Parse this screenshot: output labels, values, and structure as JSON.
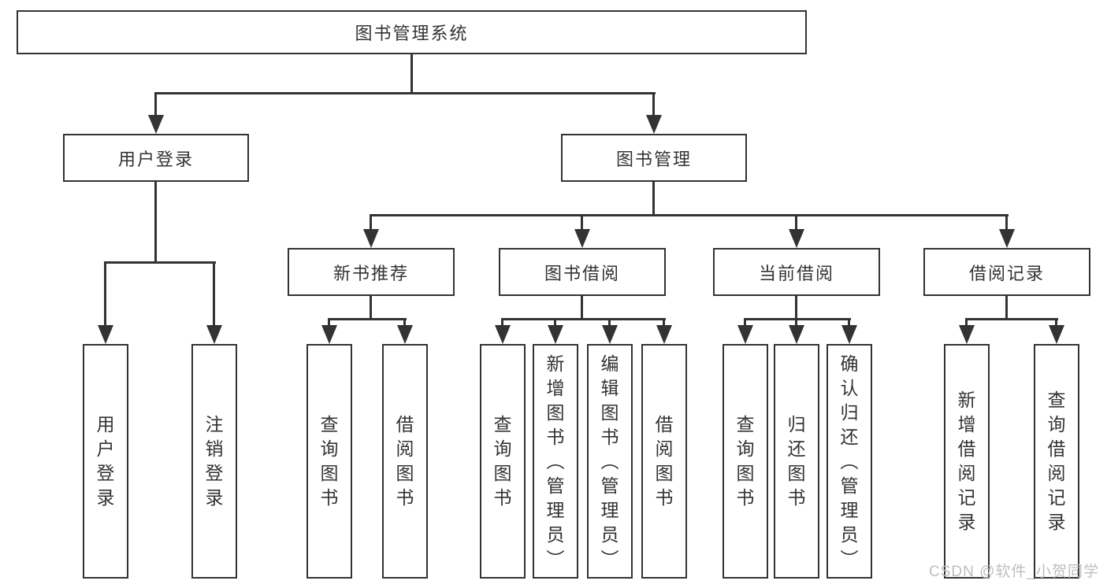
{
  "diagram": {
    "root": {
      "label": "图书管理系统"
    },
    "level1": [
      {
        "label": "用户登录"
      },
      {
        "label": "图书管理"
      }
    ],
    "level2": [
      {
        "label": "新书推荐"
      },
      {
        "label": "图书借阅"
      },
      {
        "label": "当前借阅"
      },
      {
        "label": "借阅记录"
      }
    ],
    "leaves": [
      {
        "label": "用户登录"
      },
      {
        "label": "注销登录"
      },
      {
        "label": "查询图书"
      },
      {
        "label": "借阅图书"
      },
      {
        "label": "查询图书"
      },
      {
        "label": "新增图书（管理员）"
      },
      {
        "label": "编辑图书（管理员）"
      },
      {
        "label": "借阅图书"
      },
      {
        "label": "查询图书"
      },
      {
        "label": "归还图书"
      },
      {
        "label": "确认归还（管理员）"
      },
      {
        "label": "新增借阅记录"
      },
      {
        "label": "查询借阅记录"
      }
    ],
    "watermark": "CSDN @软件_小贺同学",
    "colors": {
      "line": "#333333",
      "text": "#333333",
      "watermark": "#bfbdbd",
      "background": "#ffffff"
    }
  }
}
